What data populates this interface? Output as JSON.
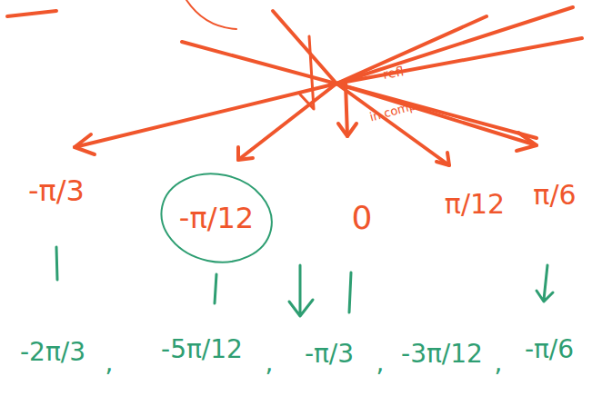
{
  "diagram": {
    "nodes": [
      {
        "text": [
          "-π/12"
        ]
      }
    ],
    "labels": [
      "refl",
      "in comp",
      "-π/3",
      "0",
      "π/12",
      "π/6",
      "-2π/3",
      ",",
      "-5π/12",
      ",",
      "-π/3",
      ",",
      "-3π/12",
      ",",
      "-π/6"
    ]
  }
}
